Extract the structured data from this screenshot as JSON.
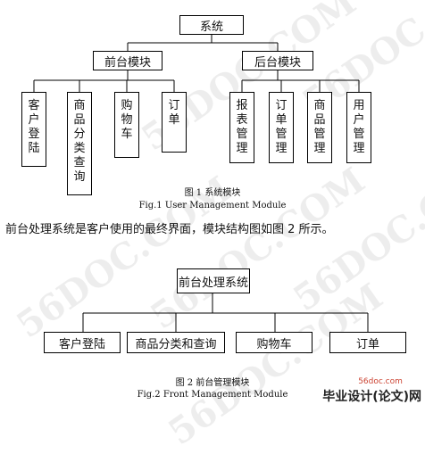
{
  "watermark": "56DOC.COM",
  "diagram1": {
    "root": "系统",
    "groups": [
      {
        "label": "前台模块",
        "children": [
          "客户登陆",
          "商品分类查询",
          "购物车",
          "订单"
        ]
      },
      {
        "label": "后台模块",
        "children": [
          "报表管理",
          "订单管理",
          "商品管理",
          "用户管理"
        ]
      }
    ],
    "caption_cn": "图 1    系统模块",
    "caption_en": "Fig.1    User Management Module"
  },
  "paragraph": "前台处理系统是客户使用的最终界面，模块结构图如图 2 所示。",
  "diagram2": {
    "root": "前台处理系统",
    "children": [
      "客户登陆",
      "商品分类和查询",
      "购物车",
      "订单"
    ],
    "caption_cn": "图 2    前台管理模块",
    "caption_en": "Fig.2    Front Management Module"
  },
  "site_logo": {
    "text": "毕业设计(论文)网",
    "small": "56doc.com"
  }
}
